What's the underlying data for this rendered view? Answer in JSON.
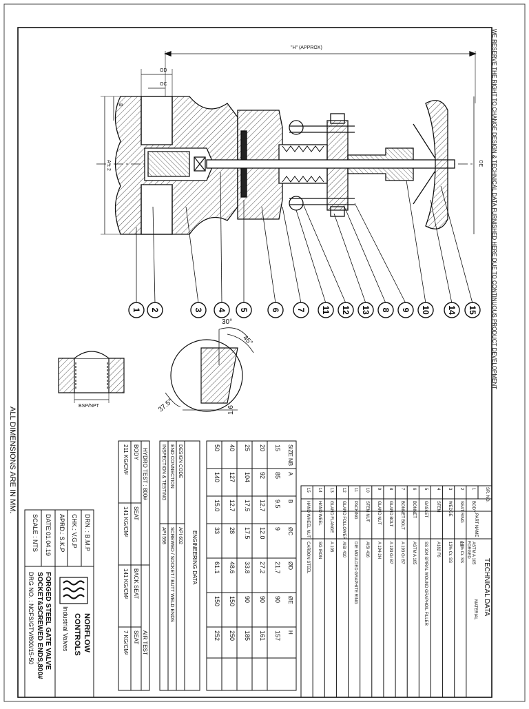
{
  "notice": "WE RESERVE THE RIGHT TO CHANGE DESIGN & TECHNICAL DATA FURNISHED HERE DUE TO CONTINUOUS PRODUCT DEVELOPMENT",
  "dim_note": "ALL DIMENSIONS ARE IN MM.",
  "drawing_labels": {
    "h_approx": "\"H\" (APPROX)",
    "od": "OD",
    "oc": "OC",
    "b": "B",
    "a": "A ± 2",
    "oe": "OE",
    "bsp": "BSP/NPT",
    "ang30": "30°",
    "ang45": "45°",
    "ang375": "37.5°",
    "dim16": "1.6"
  },
  "balloons": [
    "1",
    "2",
    "3",
    "4",
    "5",
    "6",
    "7",
    "11",
    "12",
    "13",
    "8",
    "9",
    "10",
    "14",
    "15"
  ],
  "technical_data": {
    "title": "TECHNICAL DATA",
    "headers": {
      "no": "SR. NO.",
      "part": "PART NAME",
      "material": "MATERIAL",
      "forged": "FORGED",
      "cs": "CS"
    },
    "parts": [
      {
        "no": "1",
        "name": "BODY",
        "material": "ASTM A 105"
      },
      {
        "no": "2",
        "name": "SEAT RING",
        "material": "13% Cr. SS"
      },
      {
        "no": "3",
        "name": "WEDGE",
        "material": "13% Cr. SS"
      },
      {
        "no": "4",
        "name": "STEM",
        "material": "A182 F6"
      },
      {
        "no": "5",
        "name": "GASKET",
        "material": "SS 304 SPIRAL WOUND GRAPHOIL FILLER"
      },
      {
        "no": "6",
        "name": "BONNET",
        "material": "ASTM A 105"
      },
      {
        "no": "7",
        "name": "BONNET BOLT",
        "material": "A 193 Gr B7"
      },
      {
        "no": "8",
        "name": "GLAND BOLT",
        "material": "A 193 Gr B7"
      },
      {
        "no": "9",
        "name": "GLAND NUT",
        "material": "A 194-2H"
      },
      {
        "no": "10",
        "name": "STEM NUT",
        "material": "AISI 416"
      },
      {
        "no": "11",
        "name": "PACKING",
        "material": "DIE MOULDED GRAPHITE RING"
      },
      {
        "no": "12",
        "name": "GLAND FOLLOWER",
        "material": "AISI 410"
      },
      {
        "no": "13",
        "name": "GLAND FLANGE",
        "material": "A 105"
      },
      {
        "no": "14",
        "name": "HAND WEEL",
        "material": "SG IRON"
      },
      {
        "no": "15",
        "name": "HAND WHEEL NUT",
        "material": "CARBON STEEL"
      }
    ]
  },
  "size_table": {
    "headers": [
      "SIZE NB",
      "A",
      "B",
      "ØC",
      "ØD",
      "ØE",
      "H"
    ],
    "rows": [
      [
        "15",
        "85",
        "9.5",
        "9",
        "21.7",
        "90",
        "157"
      ],
      [
        "20",
        "92",
        "12.7",
        "12.0",
        "27.2",
        "90",
        "161"
      ],
      [
        "25",
        "104",
        "17.5",
        "17.5",
        "33.8",
        "90",
        "185"
      ],
      [
        "40",
        "127",
        "12.7",
        "28",
        "48.6",
        "150",
        "250"
      ],
      [
        "50",
        "140",
        "15.0",
        "33",
        "61.1",
        "150",
        "252"
      ]
    ]
  },
  "engineering_data": {
    "title": "ENGINEERING DATA",
    "rows": [
      [
        "DESIGN CODE",
        "API 602"
      ],
      [
        "END CONNECTION",
        "SCREWED / SOCKET / BUTT WELD ENDS"
      ],
      [
        "INSPECTION & TESTING",
        "API 598"
      ]
    ]
  },
  "hydro_test": {
    "title": "HYDRO TEST : 800#",
    "air_test": "AIR TEST",
    "columns": [
      "BODY",
      "SEAT",
      "BACK SEAT",
      "SEAT"
    ],
    "values": [
      "211 KG/CM²",
      "141 KG/CM²",
      "141 KG/CM²",
      "7 KG/CM²"
    ]
  },
  "title_block": {
    "drn": "DRN. : B.M.P",
    "chk": "CHK.: V.G.P",
    "aprd": "APRD.: S.K.P",
    "date": "DATE:01.04.19",
    "scale": "SCALE : NTS",
    "company1": "NORFLOW",
    "company2": "CONTROLS",
    "tagline": "Industrial Valves",
    "title1": "FORGED STEEL GATE VALVE",
    "title2": "SOCKET&SCREWED ENDS,800#",
    "dwg_no": "DRG NO. : NCFS/GTV/800/15-50"
  }
}
